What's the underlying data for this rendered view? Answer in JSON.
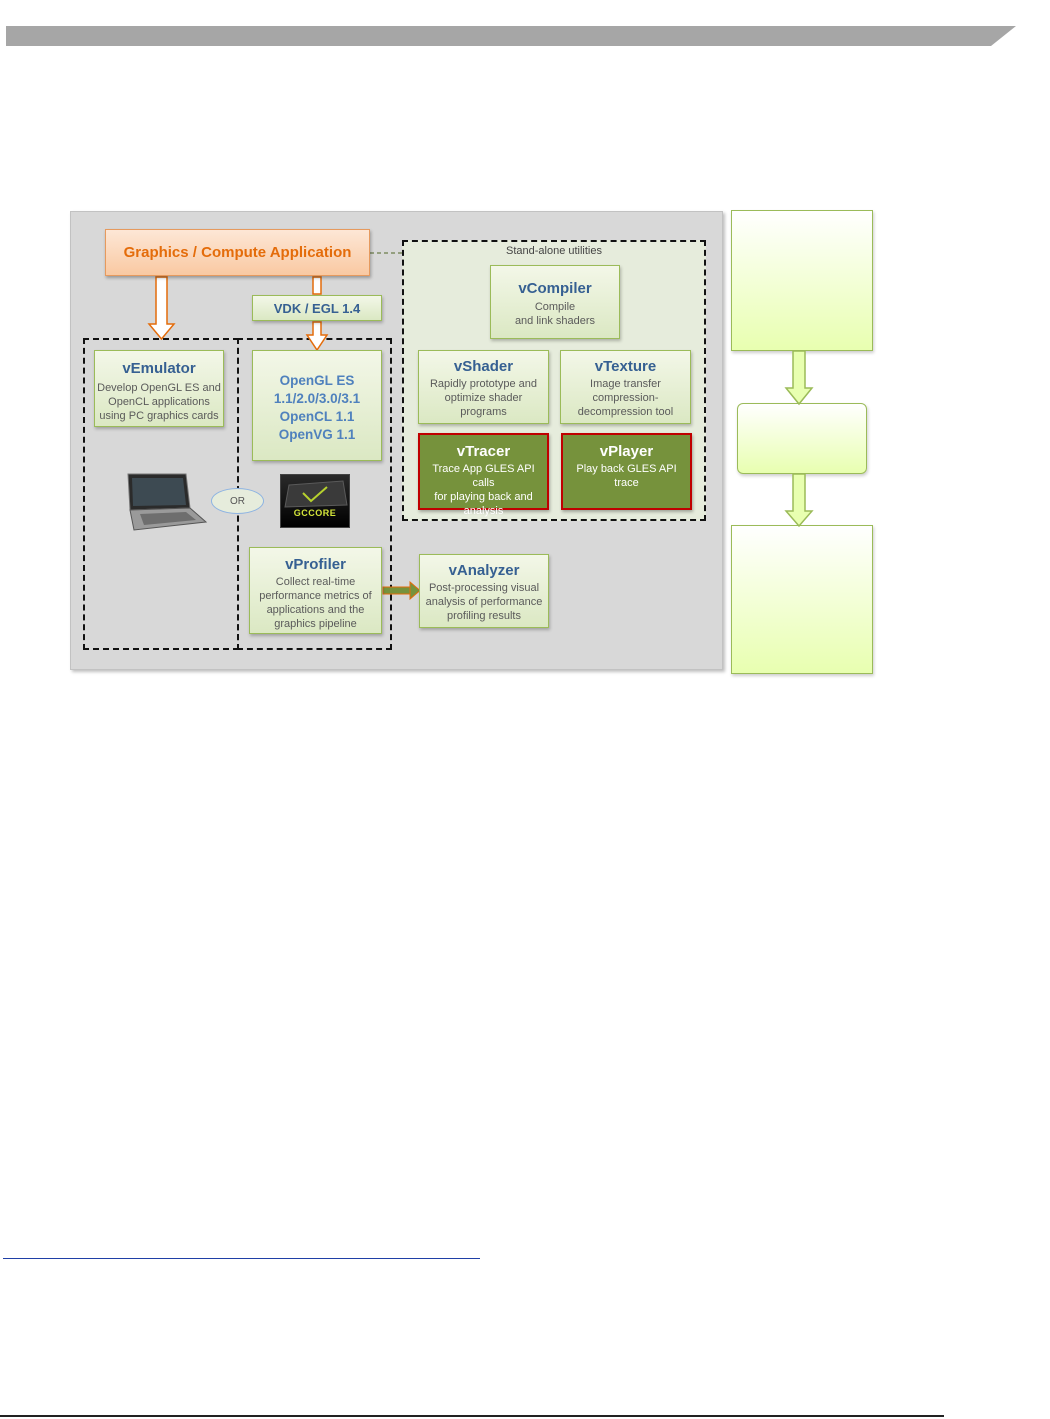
{
  "colors": {
    "header_bar": "#a6a6a6",
    "app_text": "#e46c0a",
    "title_blue": "#366092",
    "api_blue": "#4f81bd",
    "dark_green": "#76923c",
    "red_border": "#c00000",
    "arrow_orange": "#e46c0a",
    "flow_green": "#e8ffb0"
  },
  "diagram": {
    "app": {
      "label": "Graphics / Compute Application"
    },
    "vdk": {
      "label": "VDK / EGL 1.4"
    },
    "standalone": {
      "label": "Stand-alone utilities"
    },
    "vemulator": {
      "title": "vEmulator",
      "desc": [
        "Develop OpenGL ES and",
        "OpenCL applications",
        "using PC graphics cards"
      ]
    },
    "opengl": {
      "lines": [
        "OpenGL ES",
        "1.1/2.0/3.0/3.1",
        "OpenCL 1.1",
        "OpenVG 1.1"
      ]
    },
    "or_label": "OR",
    "gccore_label": "GCCORE",
    "laptop_icon": "laptop-icon",
    "vprofiler": {
      "title": "vProfiler",
      "desc": [
        "Collect real-time",
        "performance metrics of",
        "applications and the",
        "graphics pipeline"
      ]
    },
    "vanalyzer": {
      "title": "vAnalyzer",
      "desc": [
        "Post-processing visual",
        "analysis of performance",
        "profiling results"
      ]
    },
    "vcompiler": {
      "title": "vCompiler",
      "desc": [
        "Compile",
        "and link shaders"
      ]
    },
    "vshader": {
      "title": "vShader",
      "desc": [
        "Rapidly prototype and",
        "optimize shader",
        "programs"
      ]
    },
    "vtexture": {
      "title": "vTexture",
      "desc": [
        "Image transfer",
        "compression-",
        "decompression tool"
      ]
    },
    "vtracer": {
      "title": "vTracer",
      "desc": [
        "Trace App GLES API calls",
        "for playing back and",
        "analysis"
      ]
    },
    "vplayer": {
      "title": "vPlayer",
      "desc": [
        "Play back GLES API trace"
      ]
    }
  }
}
